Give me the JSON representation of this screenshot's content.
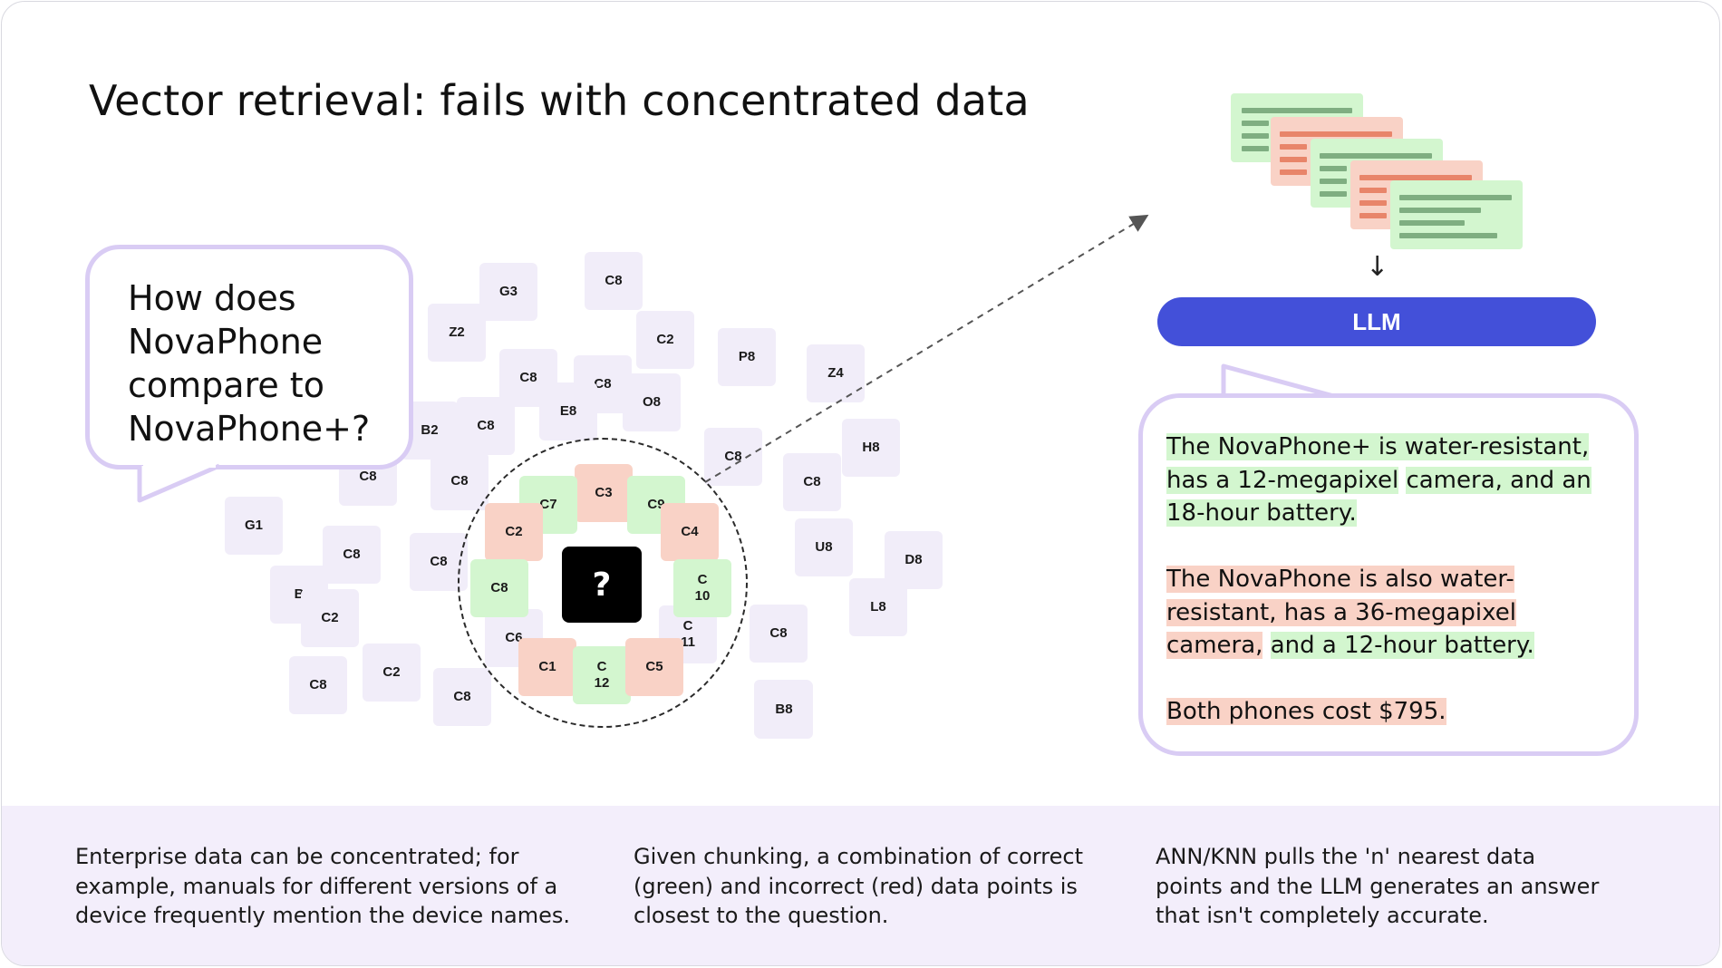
{
  "title": "Vector retrieval: fails with concentrated data",
  "question": "How does NovaPhone compare to NovaPhone+?",
  "query_symbol": "?",
  "chips": [
    {
      "label": "G3",
      "kind": "neutral"
    },
    {
      "label": "C8",
      "kind": "neutral"
    },
    {
      "label": "Z2",
      "kind": "neutral"
    },
    {
      "label": "C2",
      "kind": "neutral"
    },
    {
      "label": "P8",
      "kind": "neutral"
    },
    {
      "label": "C8",
      "kind": "neutral"
    },
    {
      "label": "C8",
      "kind": "neutral"
    },
    {
      "label": "Z4",
      "kind": "neutral"
    },
    {
      "label": "O8",
      "kind": "neutral"
    },
    {
      "label": "E8",
      "kind": "neutral"
    },
    {
      "label": "B2",
      "kind": "neutral"
    },
    {
      "label": "C8",
      "kind": "neutral"
    },
    {
      "label": "C8",
      "kind": "neutral"
    },
    {
      "label": "C8",
      "kind": "neutral"
    },
    {
      "label": "H8",
      "kind": "neutral"
    },
    {
      "label": "C8",
      "kind": "neutral"
    },
    {
      "label": "C8",
      "kind": "neutral"
    },
    {
      "label": "C8",
      "kind": "neutral"
    },
    {
      "label": "G1",
      "kind": "neutral"
    },
    {
      "label": "C8",
      "kind": "neutral"
    },
    {
      "label": "U8",
      "kind": "neutral"
    },
    {
      "label": "D8",
      "kind": "neutral"
    },
    {
      "label": "B",
      "kind": "neutral"
    },
    {
      "label": "C2",
      "kind": "neutral"
    },
    {
      "label": "C8",
      "kind": "neutral"
    },
    {
      "label": "L8",
      "kind": "neutral"
    },
    {
      "label": "C8",
      "kind": "neutral"
    },
    {
      "label": "C2",
      "kind": "neutral"
    },
    {
      "label": "C8",
      "kind": "neutral"
    },
    {
      "label": "C8",
      "kind": "neutral"
    },
    {
      "label": "B8",
      "kind": "neutral"
    },
    {
      "label": "C6",
      "kind": "neutral"
    },
    {
      "label": "C 11",
      "kind": "neutral"
    },
    {
      "label": "C3",
      "kind": "bad"
    },
    {
      "label": "C7",
      "kind": "good"
    },
    {
      "label": "C9",
      "kind": "good"
    },
    {
      "label": "C2",
      "kind": "bad"
    },
    {
      "label": "C4",
      "kind": "bad"
    },
    {
      "label": "C8",
      "kind": "good"
    },
    {
      "label": "C 10",
      "kind": "good"
    },
    {
      "label": "C1",
      "kind": "bad"
    },
    {
      "label": "C 12",
      "kind": "good"
    },
    {
      "label": "C5",
      "kind": "bad"
    }
  ],
  "llm_label": "LLM",
  "answer": {
    "p1_green_a": "The NovaPhone+ is water-resistant, has a 12-megapixel",
    "p1_plain": " ",
    "p1_green_b": "camera, and an 18-hour battery.",
    "p2_red_a": "The NovaPhone is also water-resistant, has a 36-megapixel camera,",
    "p2_plain": " ",
    "p2_green": "and a 12-hour battery.",
    "p3_red": "Both phones cost $795."
  },
  "footer": {
    "col1": "Enterprise data can be concentrated; for example, manuals for different versions of a device frequently mention the device names.",
    "col2": "Given chunking, a combination of correct (green) and incorrect (red) data points is closest to the question.",
    "col3": "ANN/KNN pulls the 'n' nearest data points and the LLM generates an answer that isn't completely accurate."
  },
  "colors": {
    "green": "#d3f6cf",
    "red": "#f9d2c6",
    "neutral": "#f1edf9",
    "llm": "#4350d9",
    "bubble_border": "#d9ccf4",
    "footer_bg": "#f3eefb"
  }
}
